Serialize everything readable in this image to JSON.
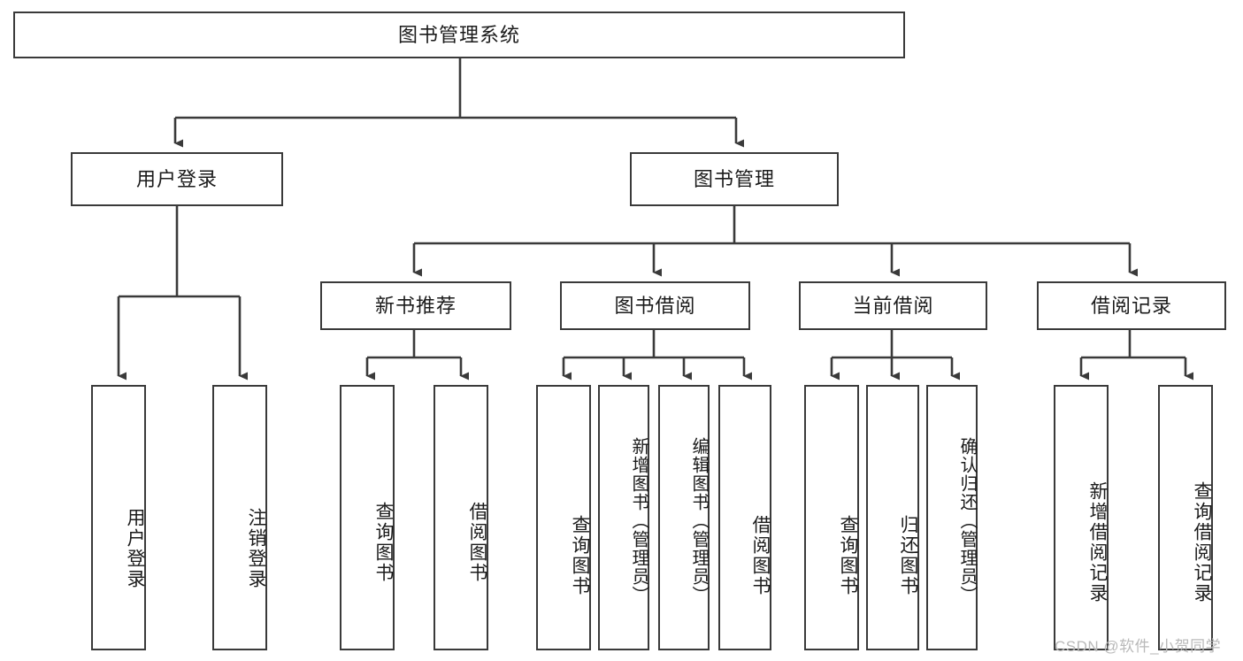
{
  "diagram": {
    "title_node": {
      "label": "图书管理系统"
    },
    "level2": [
      {
        "id": "user-login",
        "label": "用户登录"
      },
      {
        "id": "book-management",
        "label": "图书管理"
      }
    ],
    "level3": [
      {
        "id": "new-book-recommend",
        "label": "新书推荐"
      },
      {
        "id": "book-borrow",
        "label": "图书借阅"
      },
      {
        "id": "current-borrow",
        "label": "当前借阅"
      },
      {
        "id": "borrow-record",
        "label": "借阅记录"
      }
    ],
    "leaves": [
      {
        "id": "leaf-user-login",
        "label": "用户登录"
      },
      {
        "id": "leaf-logout-login",
        "label": "注销登录"
      },
      {
        "id": "leaf-query-book-1",
        "label": "查询图书"
      },
      {
        "id": "leaf-borrow-book-1",
        "label": "借阅图书"
      },
      {
        "id": "leaf-query-book-2",
        "label": "查询图书"
      },
      {
        "id": "leaf-add-book-admin",
        "label": "新增图书（管理员）"
      },
      {
        "id": "leaf-edit-book-admin",
        "label": "编辑图书（管理员）"
      },
      {
        "id": "leaf-borrow-book-2",
        "label": "借阅图书"
      },
      {
        "id": "leaf-query-book-3",
        "label": "查询图书"
      },
      {
        "id": "leaf-return-book",
        "label": "归还图书"
      },
      {
        "id": "leaf-confirm-return-admin",
        "label": "确认归还（管理员）"
      },
      {
        "id": "leaf-add-borrow-record",
        "label": "新增借阅记录"
      },
      {
        "id": "leaf-query-borrow-record",
        "label": "查询借阅记录"
      }
    ]
  },
  "watermark": {
    "text": "CSDN @软件_小贺同学"
  },
  "colors": {
    "stroke": "#3a3a3a",
    "text": "#1b1b1b",
    "background": "#ffffff",
    "watermark": "#b9b9b9"
  }
}
